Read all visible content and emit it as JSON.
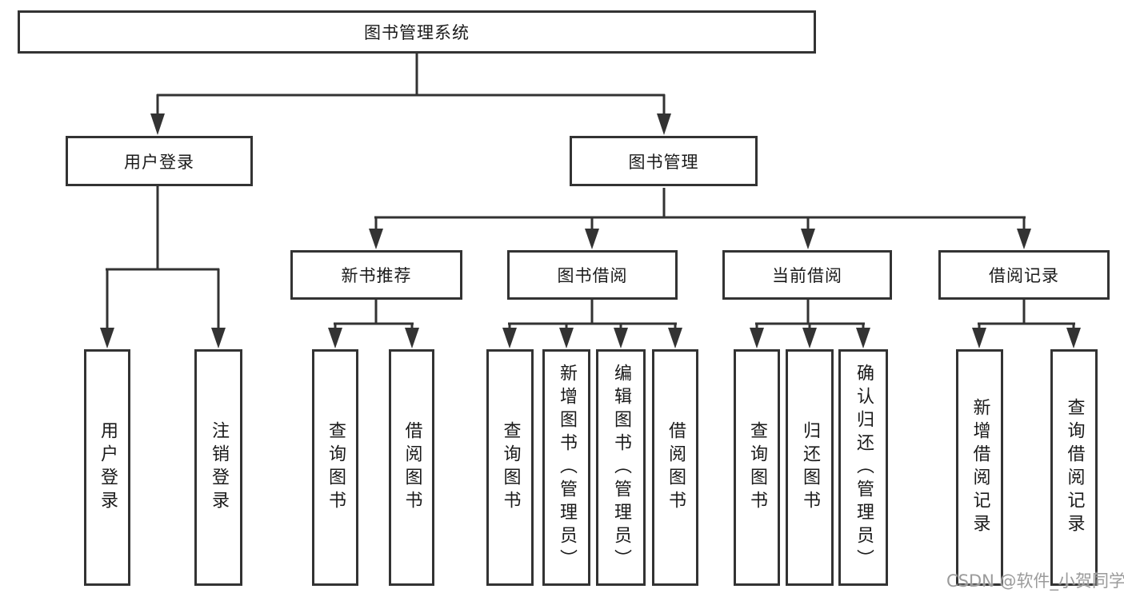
{
  "tree": {
    "label": "图书管理系统",
    "children": [
      {
        "label": "用户登录",
        "children": [
          {
            "label": "用户登录"
          },
          {
            "label": "注销登录"
          }
        ]
      },
      {
        "label": "图书管理",
        "children": [
          {
            "label": "新书推荐",
            "children": [
              {
                "label": "查询图书"
              },
              {
                "label": "借阅图书"
              }
            ]
          },
          {
            "label": "图书借阅",
            "children": [
              {
                "label": "查询图书"
              },
              {
                "label": "新增图书（管理员）"
              },
              {
                "label": "编辑图书（管理员）"
              },
              {
                "label": "借阅图书"
              }
            ]
          },
          {
            "label": "当前借阅",
            "children": [
              {
                "label": "查询图书"
              },
              {
                "label": "归还图书"
              },
              {
                "label": "确认归还（管理员）"
              }
            ]
          },
          {
            "label": "借阅记录",
            "children": [
              {
                "label": "新增借阅记录"
              },
              {
                "label": "查询借阅记录"
              }
            ]
          }
        ]
      }
    ]
  },
  "watermark": {
    "text": "CSDN @软件_小贺同学"
  },
  "colors": {
    "line": "#333333",
    "box_border": "#333333",
    "box_fill": "#ffffff",
    "text": "#1a1a1a",
    "watermark": "#9b9b9b",
    "background": "#ffffff"
  }
}
